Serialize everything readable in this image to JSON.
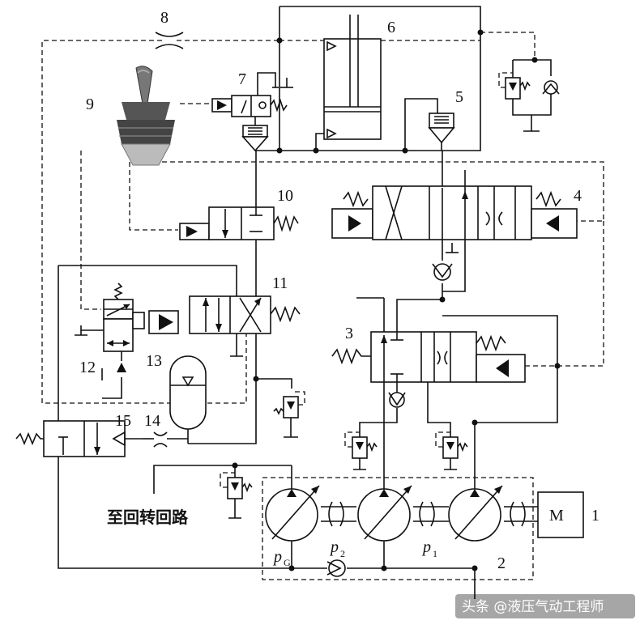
{
  "labels": {
    "n1": "1",
    "n2": "2",
    "n3": "3",
    "n4": "4",
    "n5": "5",
    "n6": "6",
    "n7": "7",
    "n8": "8",
    "n9": "9",
    "n10": "10",
    "n11": "11",
    "n12": "12",
    "n13": "13",
    "n14": "14",
    "n15": "15"
  },
  "motor_label": "M",
  "pressure_labels": {
    "pg": "p",
    "pg_sub": "G",
    "p2": "p",
    "p2_sub": "2",
    "p1": "p",
    "p1_sub": "1"
  },
  "circuit_note": "至回转回路",
  "watermark": "头条 @液压气动工程师"
}
